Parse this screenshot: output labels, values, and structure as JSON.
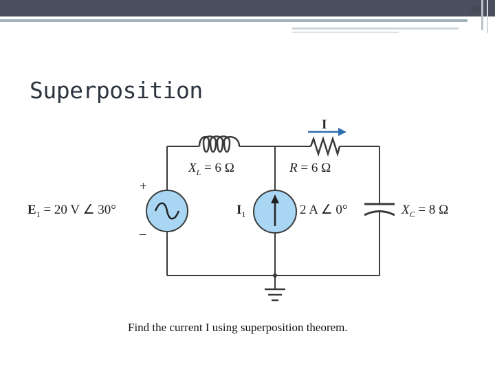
{
  "page_number": "35",
  "title": "Superposition",
  "caption": "Find the current I using superposition theorem.",
  "colors": {
    "top_bar": "#4a4f5e",
    "accent_teal": "#9fb3b8",
    "source_fill": "#a9d7f3",
    "current_arrow": "#2f6fb0",
    "wire": "#3a3a3a"
  },
  "circuit": {
    "inductor": {
      "symbol": "X",
      "subscript": "L",
      "value": " = 6 Ω"
    },
    "resistor": {
      "symbol": "R",
      "value": " = 6 Ω"
    },
    "capacitor": {
      "symbol": "X",
      "subscript": "C",
      "value": " = 8 Ω"
    },
    "voltage_source": {
      "name": "E",
      "subscript": "1",
      "value": " = 20 V ∠ 30°",
      "plus": "+",
      "minus": "–"
    },
    "current_source": {
      "name": "I",
      "subscript": "1",
      "value": "2 A ∠ 0°"
    },
    "current_label": "I"
  }
}
